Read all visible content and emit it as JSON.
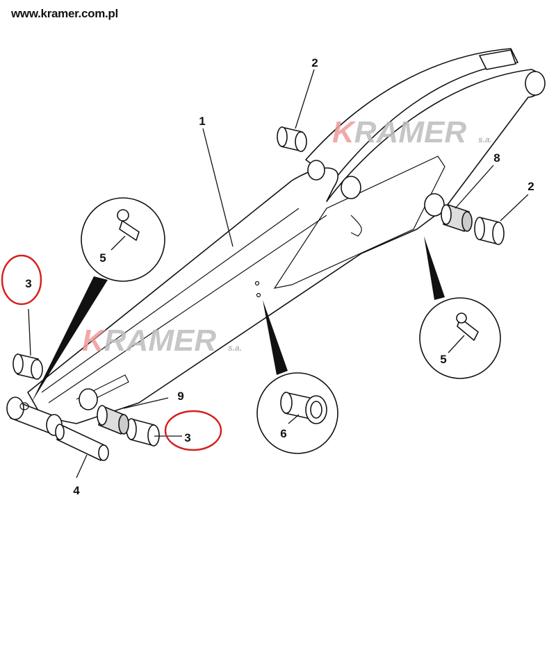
{
  "header": {
    "url": "www.kramer.com.pl"
  },
  "watermark": {
    "brand_k": "K",
    "brand_rest": "RAMER",
    "suffix": "s.a."
  },
  "callouts": {
    "boom": "1",
    "bushing_top": "2",
    "bushing_right": "2",
    "bushing_left_circled": "3",
    "bushing_bottom_circled": "3",
    "pin": "4",
    "grease_nipple_left": "5",
    "grease_nipple_right": "5",
    "bushing_flanged": "6",
    "knurled_bushing_top": "8",
    "knurled_bushing_bottom": "9"
  },
  "highlight_color": "#d42020"
}
